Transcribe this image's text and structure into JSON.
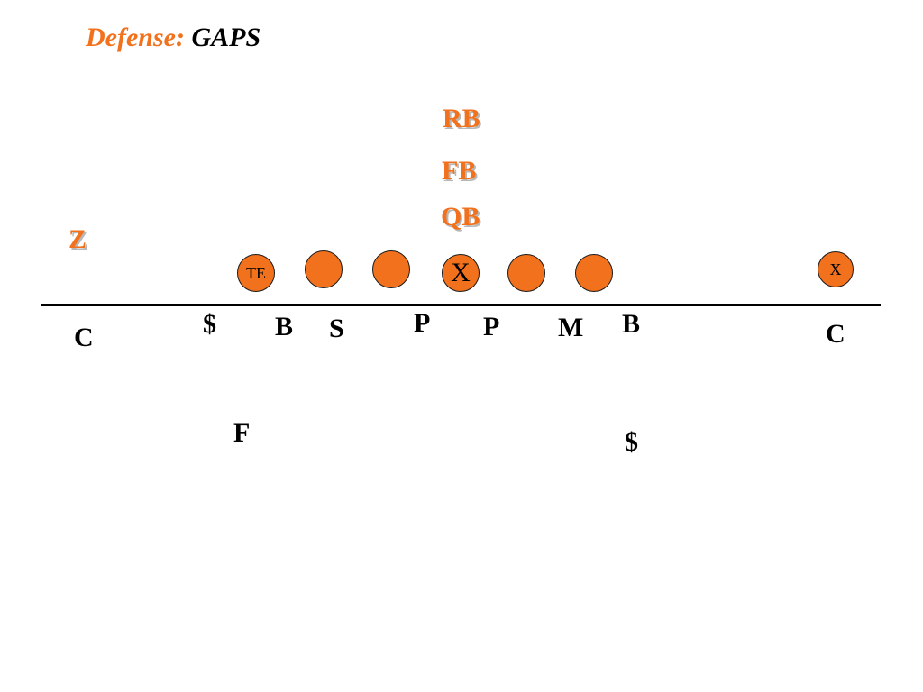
{
  "title": {
    "prefix": "Defense:",
    "name": "GAPS"
  },
  "colors": {
    "offense": "#f2711c",
    "defense": "#000000",
    "line": "#000000"
  },
  "offense": {
    "backfield": {
      "rb": "RB",
      "fb": "FB",
      "qb": "QB",
      "z": "Z"
    },
    "line": {
      "te": "TE",
      "lt": "",
      "lg": "",
      "c": "X",
      "rg": "",
      "rt": "",
      "x": "X"
    }
  },
  "defense": {
    "corner_left": "C",
    "money_left": "$",
    "buck": "B",
    "sam": "S",
    "plug_left": "P",
    "plug_right": "P",
    "mike": "M",
    "bandit": "B",
    "corner_right": "C",
    "free_safety": "F",
    "money_deep": "$"
  }
}
